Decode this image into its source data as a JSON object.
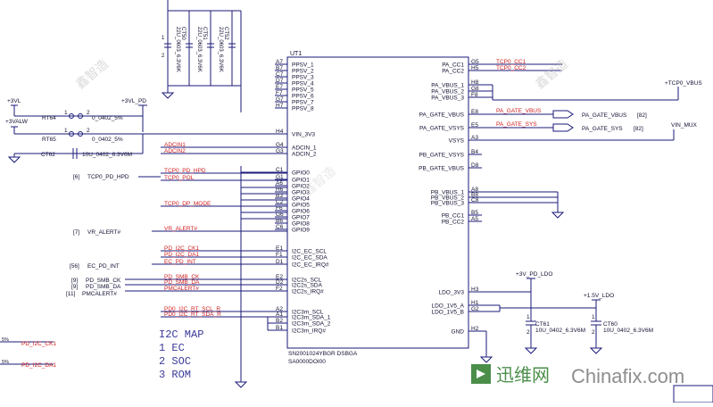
{
  "chip": {
    "refdes": "UT1",
    "part": "SN2001024YBGR DSBGA",
    "bom": "SA0000DOI00"
  },
  "left_pins": [
    {
      "ball": "A7",
      "name": "PPSV_1"
    },
    {
      "ball": "B7",
      "name": "PPSV_2"
    },
    {
      "ball": "C7",
      "name": "PPSV_3"
    },
    {
      "ball": "D7",
      "name": "PPSV_4"
    },
    {
      "ball": "E7",
      "name": "PPSV_5"
    },
    {
      "ball": "F7",
      "name": "PPSV_6"
    },
    {
      "ball": "G7",
      "name": "PPSV_7"
    },
    {
      "ball": "H7",
      "name": "PPSV_8"
    },
    {
      "ball": "H4",
      "name": "VIN_3V3"
    },
    {
      "ball": "G4",
      "name": "ADCIN_1"
    },
    {
      "ball": "G3",
      "name": "ADCIN_2"
    },
    {
      "ball": "C1",
      "name": "GPIO0"
    },
    {
      "ball": "G1",
      "name": "GPIO1"
    },
    {
      "ball": "A6",
      "name": "GPIO2"
    },
    {
      "ball": "H6",
      "name": "GPIO3"
    },
    {
      "ball": "B3",
      "name": "GPIO4"
    },
    {
      "ball": "C2",
      "name": "GPIO5"
    },
    {
      "ball": "F6",
      "name": "GPIO6"
    },
    {
      "ball": "G6",
      "name": "GPIO7"
    },
    {
      "ball": "B6",
      "name": "GPIO8"
    },
    {
      "ball": "C6",
      "name": "GPIO9"
    },
    {
      "ball": "E1",
      "name": "I2C_EC_SCL"
    },
    {
      "ball": "F1",
      "name": "I2C_EC_SDA"
    },
    {
      "ball": "D1",
      "name": "I2C_EC_IRQ#"
    },
    {
      "ball": "E2",
      "name": "I2C2s_SCL"
    },
    {
      "ball": "D2",
      "name": "I2C2s_SDA"
    },
    {
      "ball": "F2",
      "name": "I2C2s_IRQ#"
    },
    {
      "ball": "A2",
      "name": "I2C3m_SCL"
    },
    {
      "ball": "A1",
      "name": "I2C3m_SDA_1"
    },
    {
      "ball": "B2",
      "name": "I2C3m_SDA_2"
    },
    {
      "ball": "B1",
      "name": "I2C3m_IRQ#"
    }
  ],
  "right_pins": [
    {
      "ball": "G5",
      "name": "PA_CC1"
    },
    {
      "ball": "H5",
      "name": "PA_CC2"
    },
    {
      "ball": "H8",
      "name": "PA_VBUS_1"
    },
    {
      "ball": "G8",
      "name": "PA_VBUS_2"
    },
    {
      "ball": "F8",
      "name": "PA_VBUS_3"
    },
    {
      "ball": "E8",
      "name": "PA_GATE_VBUS"
    },
    {
      "ball": "E5",
      "name": "PA_GATE_VSYS"
    },
    {
      "ball": "A3",
      "name": "VSYS"
    },
    {
      "ball": "B4",
      "name": "PB_GATE_VSYS"
    },
    {
      "ball": "D8",
      "name": "PB_GATE_VBUS"
    },
    {
      "ball": "A8",
      "name": "PB_VBUS_1"
    },
    {
      "ball": "B8",
      "name": "PB_VBUS_2"
    },
    {
      "ball": "C8",
      "name": "PB_VBUS_3"
    },
    {
      "ball": "B5",
      "name": "PB_CC1"
    },
    {
      "ball": "A5",
      "name": "PB_CC2"
    },
    {
      "ball": "H3",
      "name": "LDO_3V3"
    },
    {
      "ball": "H1",
      "name": "LDO_1V5_A"
    },
    {
      "ball": "G2",
      "name": "LDO_1V5_B"
    },
    {
      "ball": "H2",
      "name": "GND"
    }
  ],
  "left_nets": {
    "adcin1": "ADCIN1",
    "adcin2": "ADCIN2",
    "gpio0": "TCP0_PD_HPD",
    "gpio1": "TCP0_POL",
    "gpio5": "TCP0_DP_MODE",
    "gpio9": "VR_ALERT#",
    "ec_scl": "PD_I2C_CK1",
    "ec_sda": "PD_I2C_DA1",
    "ec_irq": "EC_PD_INT",
    "smb_ck": "PD_SMB_CK",
    "smb_da": "PD_SMB_DA",
    "pmcalert": "PMCALERT#",
    "rt_scl": "PD0_I2C_RT_SCL_R",
    "rt_sda": "PD0_I2C_RT_SDA_R"
  },
  "right_nets": {
    "pa_cc1": "TCP0_CC1",
    "pa_cc2": "TCP0_CC2",
    "pa_gate_vbus": "PA_GATE_VBUS",
    "pa_gate_sys": "PA_GATE_SYS",
    "pa_gate_vbus_out": "PA_GATE_VBUS",
    "pa_gate_vbus_ref": "[82]",
    "pa_gate_sys_out": "PA_GATE_SYS",
    "pa_gate_sys_ref": "[82]",
    "tcp0_vbus": "+TCP0_VBUS",
    "vin_mux": "VIN_MUX"
  },
  "offpage": {
    "hpd_ref": "[6]",
    "hpd_name": "TCP0_PD_HPD",
    "vr_ref": "[7]",
    "vr_name": "VR_ALERT#",
    "ec_ref": "[56]",
    "ec_name": "EC_PD_INT",
    "smbck_ref": "[9]",
    "smbck_name": "PD_SMB_CK",
    "smbda_ref": "[9]",
    "smbda_name": "PD_SMB_DA",
    "pmc_ref": "[11]",
    "pmc_name": "PMCALERT#",
    "i2c_ck": "PD_I2C_CK1",
    "i2c_da": "PD_I2C_DA1",
    "ck_stub": "5%",
    "da_stub": "5%"
  },
  "power": {
    "p3vl": "+3VL",
    "p3vl_pd": "+3VL_PD",
    "p3valw": "+3VALW",
    "p3v_pd_ldo": "+3V_PD_LDO",
    "p1v5_ldo": "+1.5V_LDO"
  },
  "components": {
    "rt64": "RT64",
    "rt64_val": "0_0402_5%",
    "rt65": "RT65",
    "rt65_val": "0_0402_5%",
    "ct62": "CT62",
    "ct62_val": "10U_0402_6.3V6M",
    "ct61": "CT61",
    "ct61_val": "10U_0402_6.3V6M",
    "ct60": "CT60",
    "ct60_val": "10U_0402_6.3V6M",
    "ct50": "CT50",
    "ct50_val": "22U_0603_6.3V6K",
    "ct51": "CT51",
    "ct51_val": "22U_0603_6.3V6K",
    "ct52": "CT52",
    "ct52_val": "22U_0603_6.3V6K",
    "pin1": "1",
    "pin2": "2"
  },
  "i2c_map": {
    "title": "I2C MAP",
    "lines": [
      "1 EC",
      "2 SOC",
      "3 ROM"
    ]
  },
  "watermarks": {
    "brand": "迅维网",
    "site": "Chinafix.com",
    "cn": "鑫智造"
  },
  "colors": {
    "wire": "#1a1a7a",
    "net_red": "#d02020",
    "text": "#111133",
    "green": "#2a7a2a",
    "watermark": "#9a9a9a"
  }
}
